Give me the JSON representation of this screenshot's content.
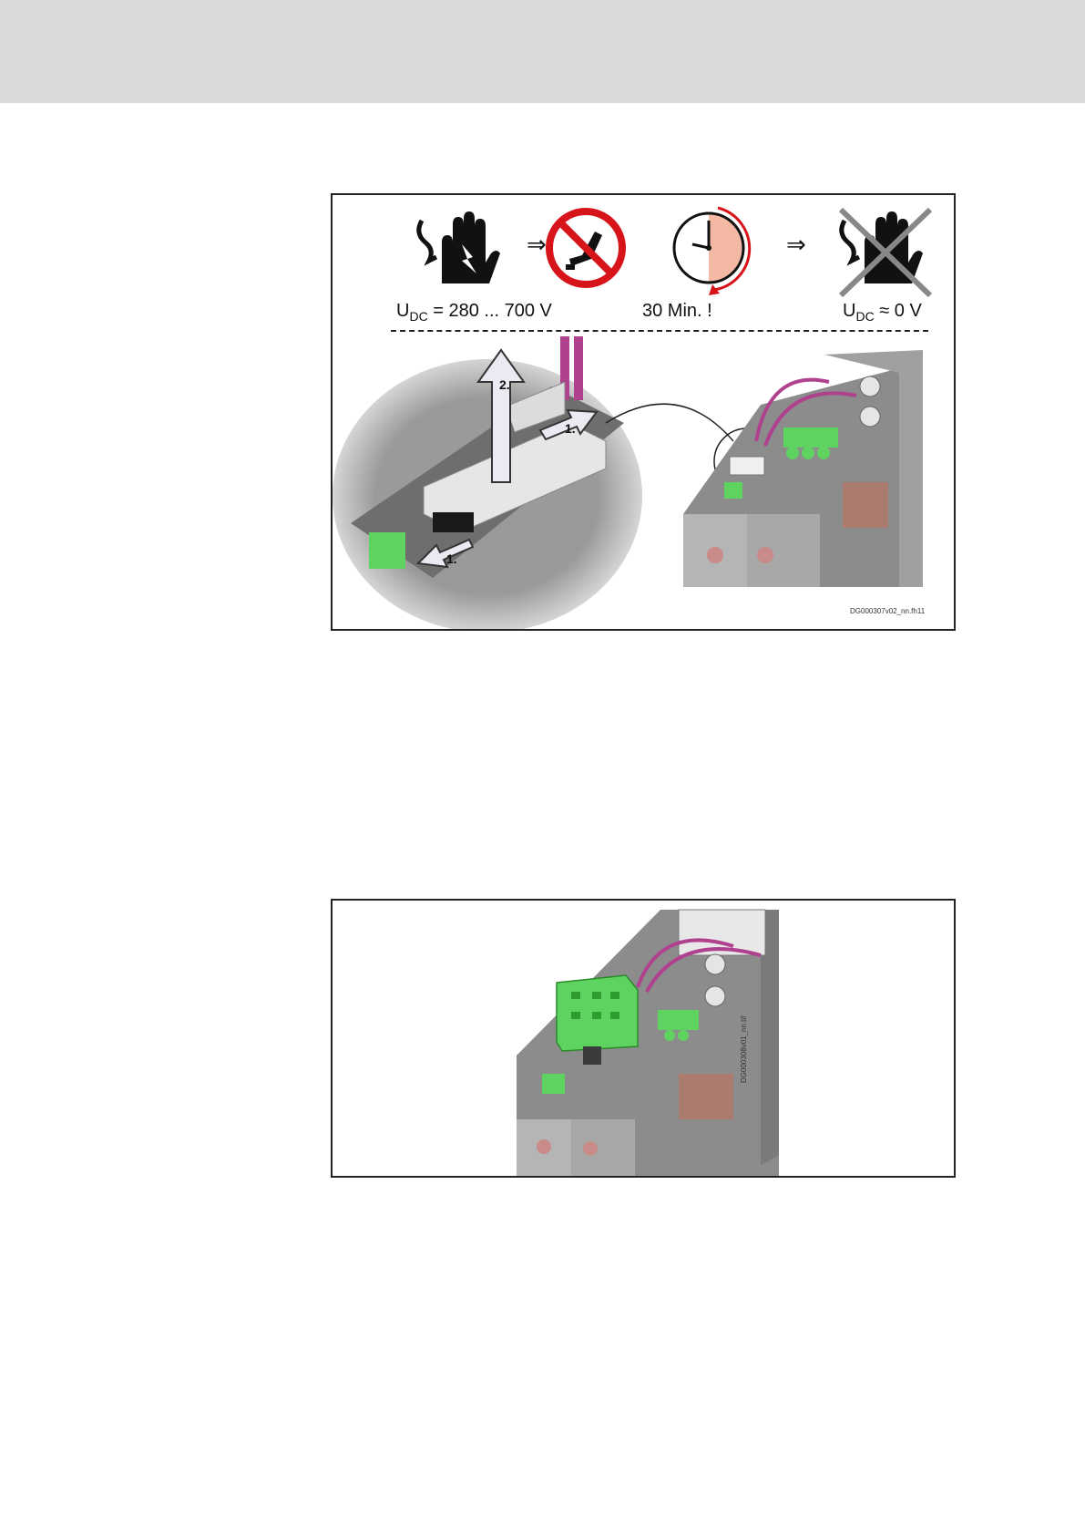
{
  "figure1": {
    "sequence_arrow_1": "⇒",
    "sequence_arrow_2": "⇒",
    "voltage_label_prefix": "U",
    "voltage_label_sub": "DC",
    "voltage_label_rest": " = 280 ... 700 V",
    "wait_label": "30 Min. !",
    "safe_label_prefix": "U",
    "safe_label_sub": "DC",
    "safe_label_rest": " ≈ 0 V",
    "step_1a": "1.",
    "step_1b": "1.",
    "step_2": "2.",
    "figure_code": "DG000307v02_nn.fh11"
  },
  "figure2": {
    "figure_code": "DG000308v01_nn.tif"
  },
  "colors": {
    "header_bar": "#d9d9d9",
    "prohibition_red": "#d7141a",
    "clock_fill": "#f4b9a4",
    "connector_green": "#5fd35f",
    "cable_magenta": "#b0418f",
    "device_gray": "#8c8c8c"
  }
}
